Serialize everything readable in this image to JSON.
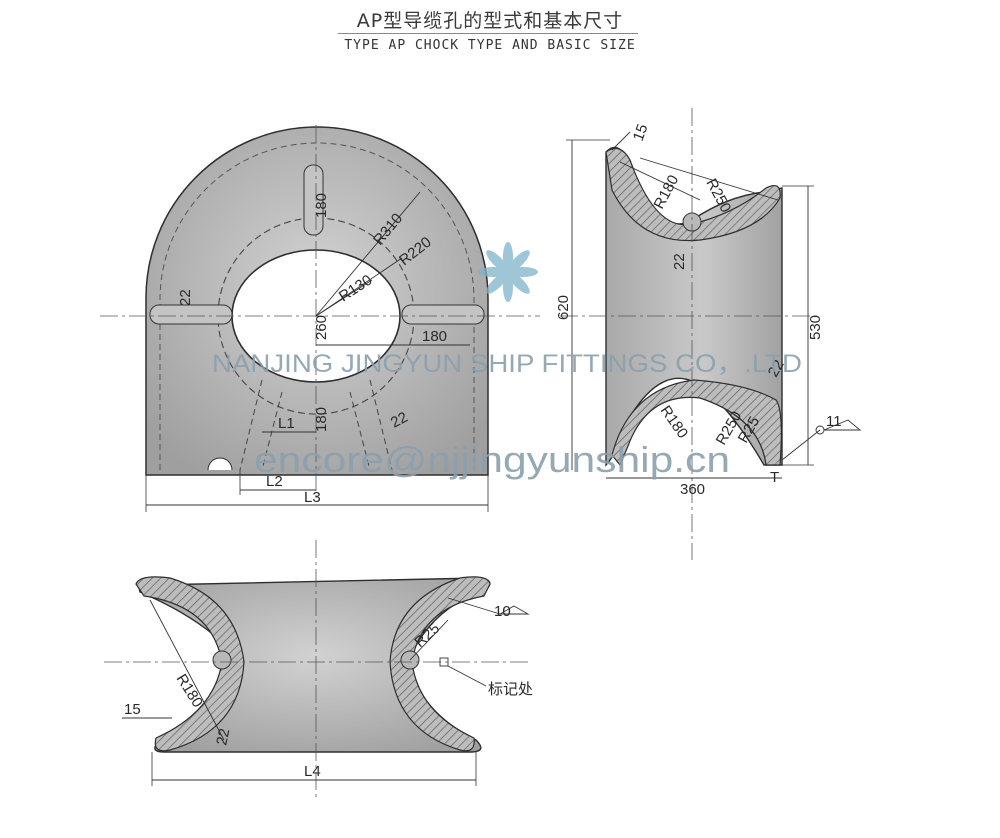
{
  "title_cn": "AP型导缆孔的型式和基本尺寸",
  "title_en": "TYPE AP CHOCK TYPE AND BASIC SIZE",
  "watermark": {
    "company": "NANJING JINGYUN SHIP FITTINGS CO，.LTD",
    "email": "encore@njjingyunship.cn"
  },
  "front_view": {
    "r310": "R310",
    "r220": "R220",
    "r130": "R130",
    "d180_top": "180",
    "d22_left": "22",
    "d260": "260",
    "d180_right": "180",
    "d180_bottom": "180",
    "d22_leg": "22",
    "l1": "L1",
    "l2": "L2",
    "l3": "L3"
  },
  "side_view": {
    "d15": "15",
    "r180_top": "R180",
    "r250_top": "R250",
    "d22": "22",
    "d620": "620",
    "d530": "530",
    "d22_bottom": "22",
    "r250_bottom": "R250",
    "r25": "R25",
    "r180_bottom": "R180",
    "d11": "11",
    "d360": "360",
    "t": "T"
  },
  "plan_view": {
    "d10": "10",
    "r25": "R25",
    "mark": "标记处",
    "r180": "R180",
    "d15": "15",
    "d22": "22",
    "l4": "L4"
  },
  "colors": {
    "body": "#b3b3b3",
    "line": "#2e2e2e",
    "hatch": "#6a6a6a",
    "watermark": "#8aa0ae"
  }
}
